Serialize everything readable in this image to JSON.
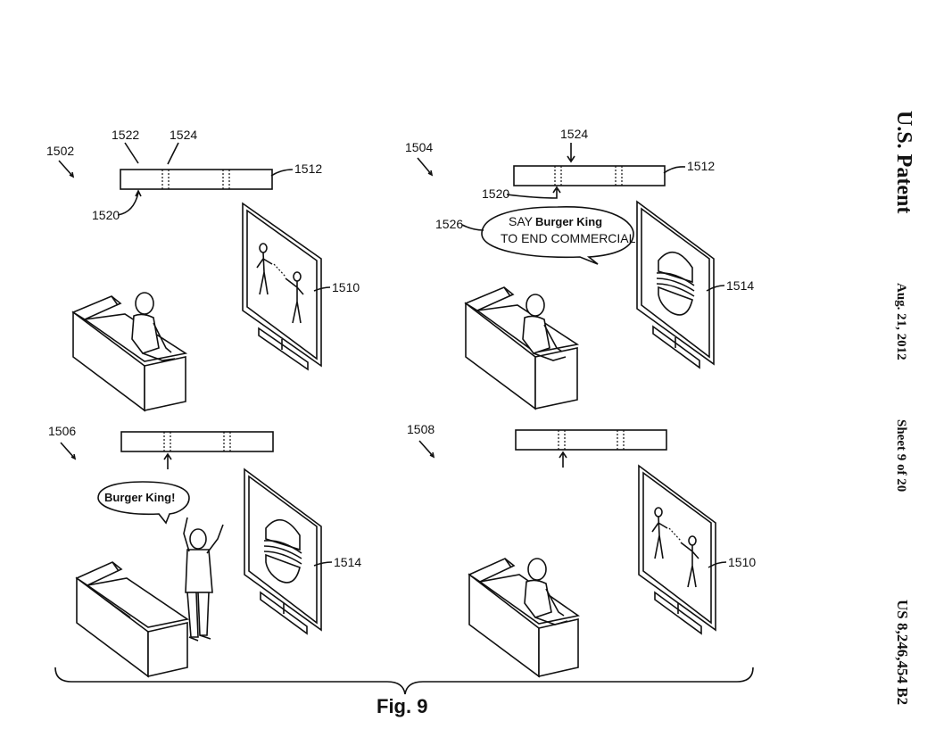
{
  "header": {
    "office": "U.S. Patent",
    "date": "Aug. 21, 2012",
    "sheet": "Sheet 9 of 20",
    "patent_number": "US 8,246,454 B2"
  },
  "figure": {
    "caption": "Fig. 9"
  },
  "panels": {
    "p1502": {
      "ref": "1502",
      "bar_ref": "1512",
      "marker_left_ref": "1522",
      "marker_mid_ref": "1524",
      "arrow_ref": "1520",
      "screen_ref": "1510"
    },
    "p1504": {
      "ref": "1504",
      "bar_ref": "1512",
      "marker_ref": "1524",
      "arrow_ref": "1520",
      "bubble_ref": "1526",
      "bubble_line1_prefix": "SAY",
      "bubble_line1_bold": "Burger King",
      "bubble_line2": "TO END COMMERCIAL",
      "screen_ref": "1514"
    },
    "p1506": {
      "ref": "1506",
      "bubble_text": "Burger King!",
      "screen_ref": "1514"
    },
    "p1508": {
      "ref": "1508",
      "screen_ref": "1510"
    }
  }
}
